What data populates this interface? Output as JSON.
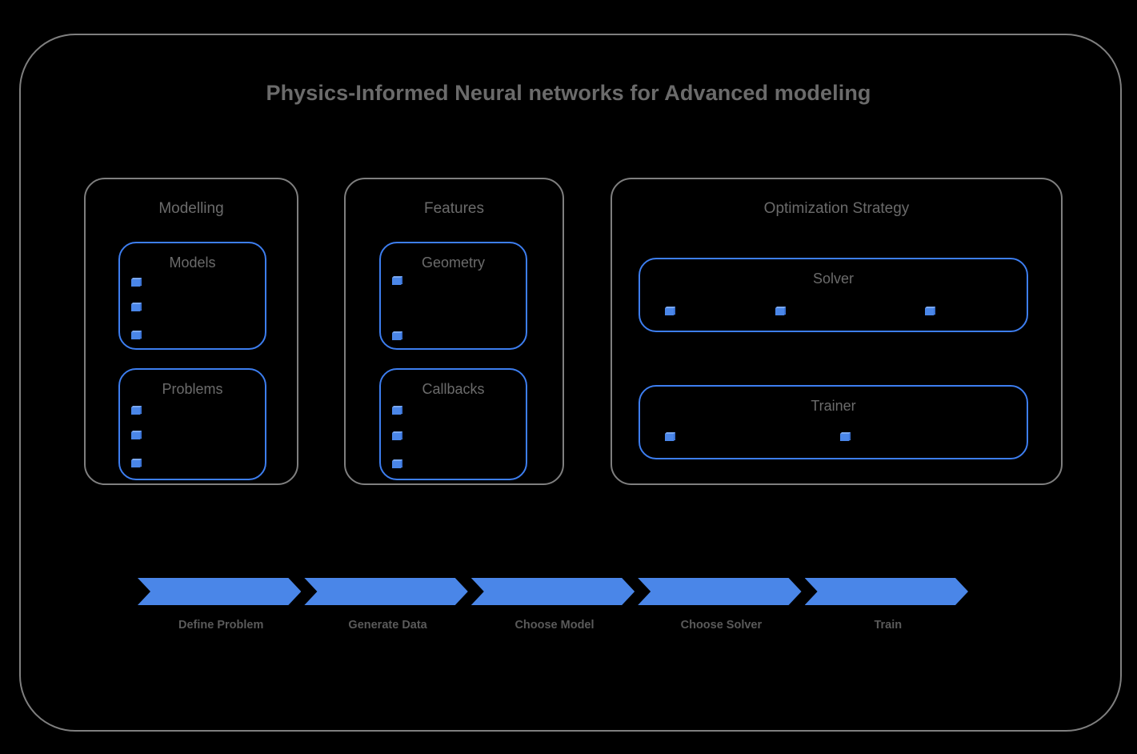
{
  "diagram": {
    "title": "Physics-Informed Neural networks for Advanced modeling",
    "background_color": "#000000",
    "frame_color": "#7f7f7f",
    "accent_color": "#4a86e8",
    "subbox_border_color": "#3d7ef0",
    "text_color": "#6b6b6b"
  },
  "sections": [
    {
      "id": "modelling",
      "label": "Modelling",
      "subboxes": [
        {
          "id": "models",
          "label": "Models",
          "bullet_count": 3,
          "bullet_layout": "vertical"
        },
        {
          "id": "problems",
          "label": "Problems",
          "bullet_count": 3,
          "bullet_layout": "vertical"
        }
      ]
    },
    {
      "id": "features",
      "label": "Features",
      "subboxes": [
        {
          "id": "geometry",
          "label": "Geometry",
          "bullet_count": 2,
          "bullet_layout": "vertical"
        },
        {
          "id": "callbacks",
          "label": "Callbacks",
          "bullet_count": 3,
          "bullet_layout": "vertical"
        }
      ]
    },
    {
      "id": "optimization",
      "label": "Optimization Strategy",
      "subboxes": [
        {
          "id": "solver",
          "label": "Solver",
          "bullet_count": 3,
          "bullet_layout": "horizontal"
        },
        {
          "id": "trainer",
          "label": "Trainer",
          "bullet_count": 2,
          "bullet_layout": "horizontal"
        }
      ]
    }
  ],
  "pipeline": {
    "steps": [
      {
        "id": "define-problem",
        "label": "Define Problem"
      },
      {
        "id": "generate-data",
        "label": "Generate Data"
      },
      {
        "id": "choose-model",
        "label": "Choose Model"
      },
      {
        "id": "choose-solver",
        "label": "Choose Solver"
      },
      {
        "id": "train",
        "label": "Train"
      }
    ]
  },
  "icons": {
    "bullet": "cube-icon"
  }
}
